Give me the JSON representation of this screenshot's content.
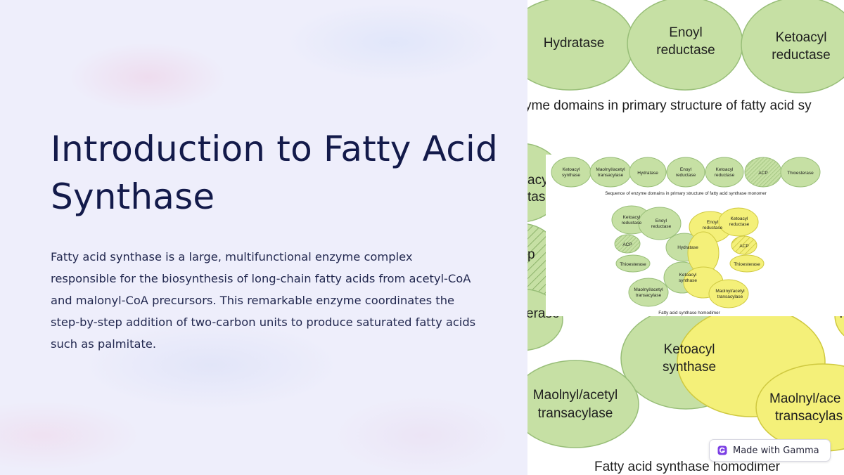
{
  "slide": {
    "title": "Introduction to Fatty Acid Synthase",
    "body": "Fatty acid synthase is a large, multifunctional enzyme complex responsible for the biosynthesis of long-chain fatty acids from acetyl-CoA and malonyl-CoA precursors. This remarkable enzyme coordinates the step-by-step addition of two-carbon units to produce saturated fatty acids such as palmitate."
  },
  "figure": {
    "colors": {
      "green": "#c6e0a4",
      "green_stroke": "#98be78",
      "yellow": "#f4f079",
      "yellow_stroke": "#cfc940"
    },
    "background": {
      "hydratase": "Hydratase",
      "enoyl_line1": "Enoyl",
      "enoyl_line2": "reductase",
      "ketoacyl_line1": "Ketoacyl",
      "ketoacyl_line2": "reductase",
      "caption_primary": "yme domains in primary structure of fatty acid sy",
      "frag_acy": "acy",
      "frag_tas": "tas",
      "frag_p": "p",
      "frag_erase": "erase",
      "frag_T": "T",
      "ks_line1": "Ketoacyl",
      "ks_line2": "synthase",
      "mat_left_line1": "Maolnyl/acetyl",
      "mat_left_line2": "transacylase",
      "mat_right_line1": "Maolnyl/ace",
      "mat_right_line2": "transacylas",
      "caption_homodimer": "Fatty acid synthase homodimer"
    },
    "inset": {
      "primary_domains": [
        [
          "Ketoacyl",
          "synthase"
        ],
        [
          "Maolnyl/acetyl",
          "transacylase"
        ],
        [
          "Hydratase"
        ],
        [
          "Enoyl",
          "reductase"
        ],
        [
          "Ketoacyl",
          "reductase"
        ],
        [
          "ACP"
        ],
        [
          "Thioesterase"
        ]
      ],
      "primary_caption": "Sequence of enzyme domains in primary structure of fatty acid synthase monomer",
      "dimer": {
        "ketoacyl_reductase_l": [
          "Ketoacyl",
          "reductase"
        ],
        "enoyl_reductase_l": [
          "Enoyl",
          "reductase"
        ],
        "enoyl_reductase_r": [
          "Enoyl",
          "reductase"
        ],
        "ketoacyl_reductase_r": [
          "Ketoacyl",
          "reductase"
        ],
        "acp": "ACP",
        "hydratase": "Hydratase",
        "thioesterase": "Thioesterase",
        "ketoacyl_synthase": [
          "Ketoacyl",
          "synthase"
        ],
        "mat_l": [
          "Maolnyl/acetyl",
          "transacylase"
        ],
        "mat_r": [
          "Maolnyl/acetyl",
          "transacylase"
        ]
      },
      "dimer_caption": "Fatty acid synthase homodimer"
    }
  },
  "badge": {
    "label": "Made with Gamma"
  }
}
